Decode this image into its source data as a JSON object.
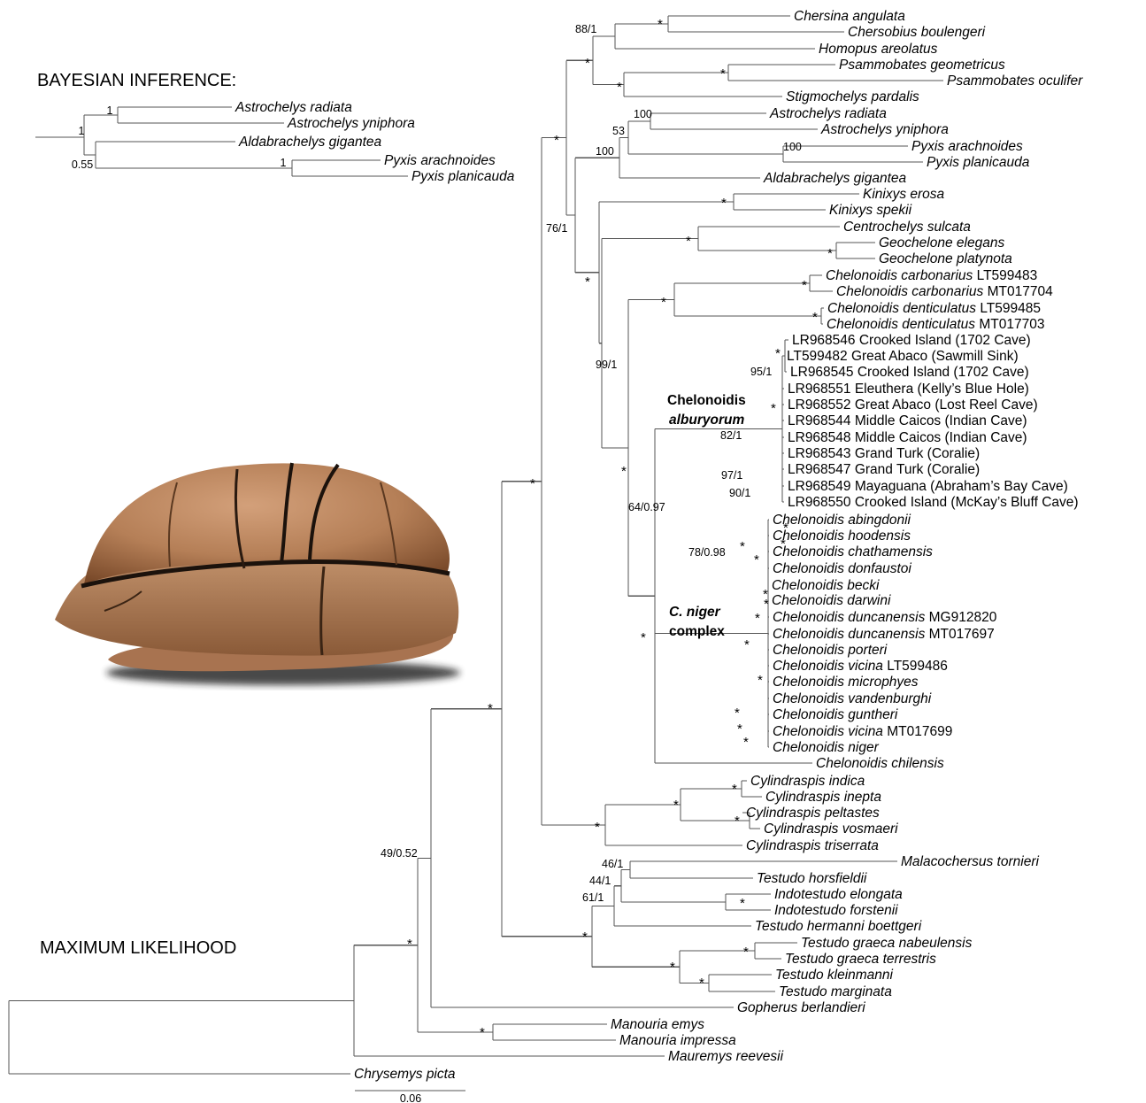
{
  "labels": {
    "bayesian_title": "BAYESIAN INFERENCE:",
    "ml_title": "MAXIMUM LIKELIHOOD",
    "scale_value": "0.06",
    "clade_alburyorum_1": "Chelonoidis",
    "clade_alburyorum_2": "alburyorum",
    "clade_niger_1": "C. niger",
    "clade_niger_2": "complex"
  },
  "photo": {
    "subject": "tortoise-shell-photo",
    "colors": {
      "shell": "#b57f57",
      "shell_dark": "#7a4a2a",
      "shadow": "#1a1a1a"
    }
  },
  "bayesian_tree": {
    "tips": [
      {
        "n": "Astrochelys radiata"
      },
      {
        "n": "Astrochelys yniphora"
      },
      {
        "n": "Aldabrachelys gigantea"
      },
      {
        "n": "Pyxis arachnoides"
      },
      {
        "n": "Pyxis planicauda"
      }
    ],
    "supports": [
      "1",
      "1",
      "0.55",
      "1"
    ]
  },
  "ml_tree": {
    "tips": [
      {
        "n": "Chersina angulata"
      },
      {
        "n": "Chersobius boulengeri"
      },
      {
        "n": "Homopus areolatus"
      },
      {
        "n": "Psammobates geometricus"
      },
      {
        "n": "Psammobates oculifer"
      },
      {
        "n": "Stigmochelys pardalis"
      },
      {
        "n": "Astrochelys radiata"
      },
      {
        "n": "Astrochelys yniphora"
      },
      {
        "n": "Pyxis arachnoides"
      },
      {
        "n": "Pyxis planicauda"
      },
      {
        "n": "Aldabrachelys gigantea"
      },
      {
        "n": "Kinixys erosa"
      },
      {
        "n": "Kinixys spekii"
      },
      {
        "n": "Centrochelys sulcata"
      },
      {
        "n": "Geochelone elegans"
      },
      {
        "n": "Geochelone platynota"
      },
      {
        "n": "Chelonoidis carbonarius",
        "s": "LT599483"
      },
      {
        "n": "Chelonoidis carbonarius",
        "s": "MT017704"
      },
      {
        "n": "Chelonoidis denticulatus",
        "s": "LT599485"
      },
      {
        "n": "Chelonoidis denticulatus",
        "s": "MT017703"
      },
      {
        "u": "LR968546 Crooked Island (1702 Cave)"
      },
      {
        "u": "LT599482 Great Abaco (Sawmill Sink)"
      },
      {
        "u": "LR968545 Crooked Island (1702 Cave)"
      },
      {
        "u": "LR968551 Eleuthera (Kelly’s Blue Hole)"
      },
      {
        "u": "LR968552 Great Abaco (Lost Reel Cave)"
      },
      {
        "u": "LR968544 Middle Caicos (Indian Cave)"
      },
      {
        "u": "LR968548 Middle Caicos (Indian Cave)"
      },
      {
        "u": "LR968543 Grand Turk (Coralie)"
      },
      {
        "u": "LR968547 Grand Turk (Coralie)"
      },
      {
        "u": "LR968549 Mayaguana (Abraham’s Bay Cave)"
      },
      {
        "u": "LR968550 Crooked Island (McKay’s Bluff Cave)"
      },
      {
        "n": "Chelonoidis abingdonii"
      },
      {
        "n": "Chelonoidis hoodensis"
      },
      {
        "n": "Chelonoidis chathamensis"
      },
      {
        "n": "Chelonoidis donfaustoi"
      },
      {
        "n": "Chelonoidis becki"
      },
      {
        "n": "Chelonoidis darwini"
      },
      {
        "n": "Chelonoidis duncanensis",
        "s": "MG912820"
      },
      {
        "n": "Chelonoidis duncanensis",
        "s": "MT017697"
      },
      {
        "n": "Chelonoidis porteri"
      },
      {
        "n": "Chelonoidis vicina",
        "s": "LT599486"
      },
      {
        "n": "Chelonoidis microphyes"
      },
      {
        "n": "Chelonoidis vandenburghi"
      },
      {
        "n": "Chelonoidis guntheri"
      },
      {
        "n": "Chelonoidis vicina",
        "s": "MT017699"
      },
      {
        "n": "Chelonoidis niger"
      },
      {
        "n": "Chelonoidis chilensis"
      },
      {
        "n": "Cylindraspis indica"
      },
      {
        "n": "Cylindraspis inepta"
      },
      {
        "n": "Cylindraspis peltastes"
      },
      {
        "n": "Cylindraspis vosmaeri"
      },
      {
        "n": "Cylindraspis triserrata"
      },
      {
        "n": "Malacochersus tornieri"
      },
      {
        "n": "Testudo horsfieldii"
      },
      {
        "n": "Indotestudo elongata"
      },
      {
        "n": "Indotestudo forstenii"
      },
      {
        "n": "Testudo hermanni boettgeri"
      },
      {
        "n": "Testudo graeca nabeulensis"
      },
      {
        "n": "Testudo graeca terrestris"
      },
      {
        "n": "Testudo kleinmanni"
      },
      {
        "n": "Testudo marginata"
      },
      {
        "n": "Gopherus berlandieri"
      },
      {
        "n": "Manouria emys"
      },
      {
        "n": "Manouria impressa"
      },
      {
        "n": "Mauremys reevesii"
      },
      {
        "n": "Chrysemys picta"
      }
    ],
    "supports": [
      "88/1",
      "100",
      "53",
      "100",
      "100",
      "76/1",
      "99/1",
      "95/1",
      "82/1",
      "97/1",
      "90/1",
      "64/0.97",
      "78/0.98",
      "49/0.52",
      "46/1",
      "44/1",
      "61/1"
    ],
    "star": "*"
  }
}
